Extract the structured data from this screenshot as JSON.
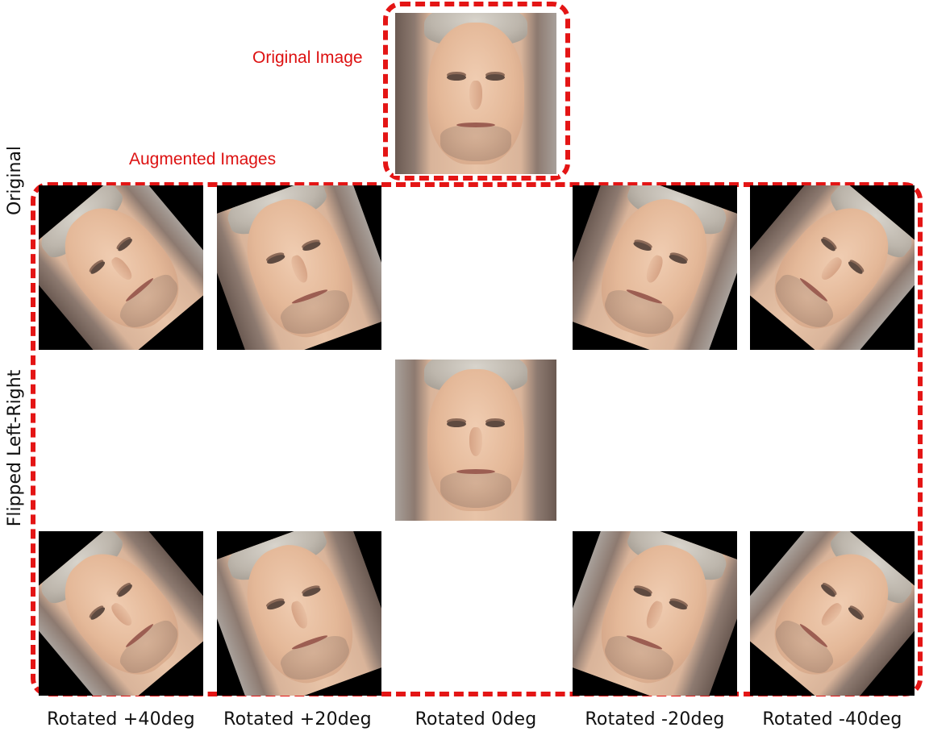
{
  "labels": {
    "original_image": "Original Image",
    "augmented_images": "Augmented Images"
  },
  "row_labels": {
    "original": "Original",
    "flipped": "Flipped Left-Right"
  },
  "columns": [
    {
      "caption": "Rotated +40deg",
      "rotation": 40
    },
    {
      "caption": "Rotated +20deg",
      "rotation": 20
    },
    {
      "caption": "Rotated 0deg",
      "rotation": 0
    },
    {
      "caption": "Rotated -20deg",
      "rotation": -20
    },
    {
      "caption": "Rotated -40deg",
      "rotation": -40
    }
  ],
  "colors": {
    "highlight": "#e41515",
    "label": "#dd1111",
    "text": "#111111"
  }
}
